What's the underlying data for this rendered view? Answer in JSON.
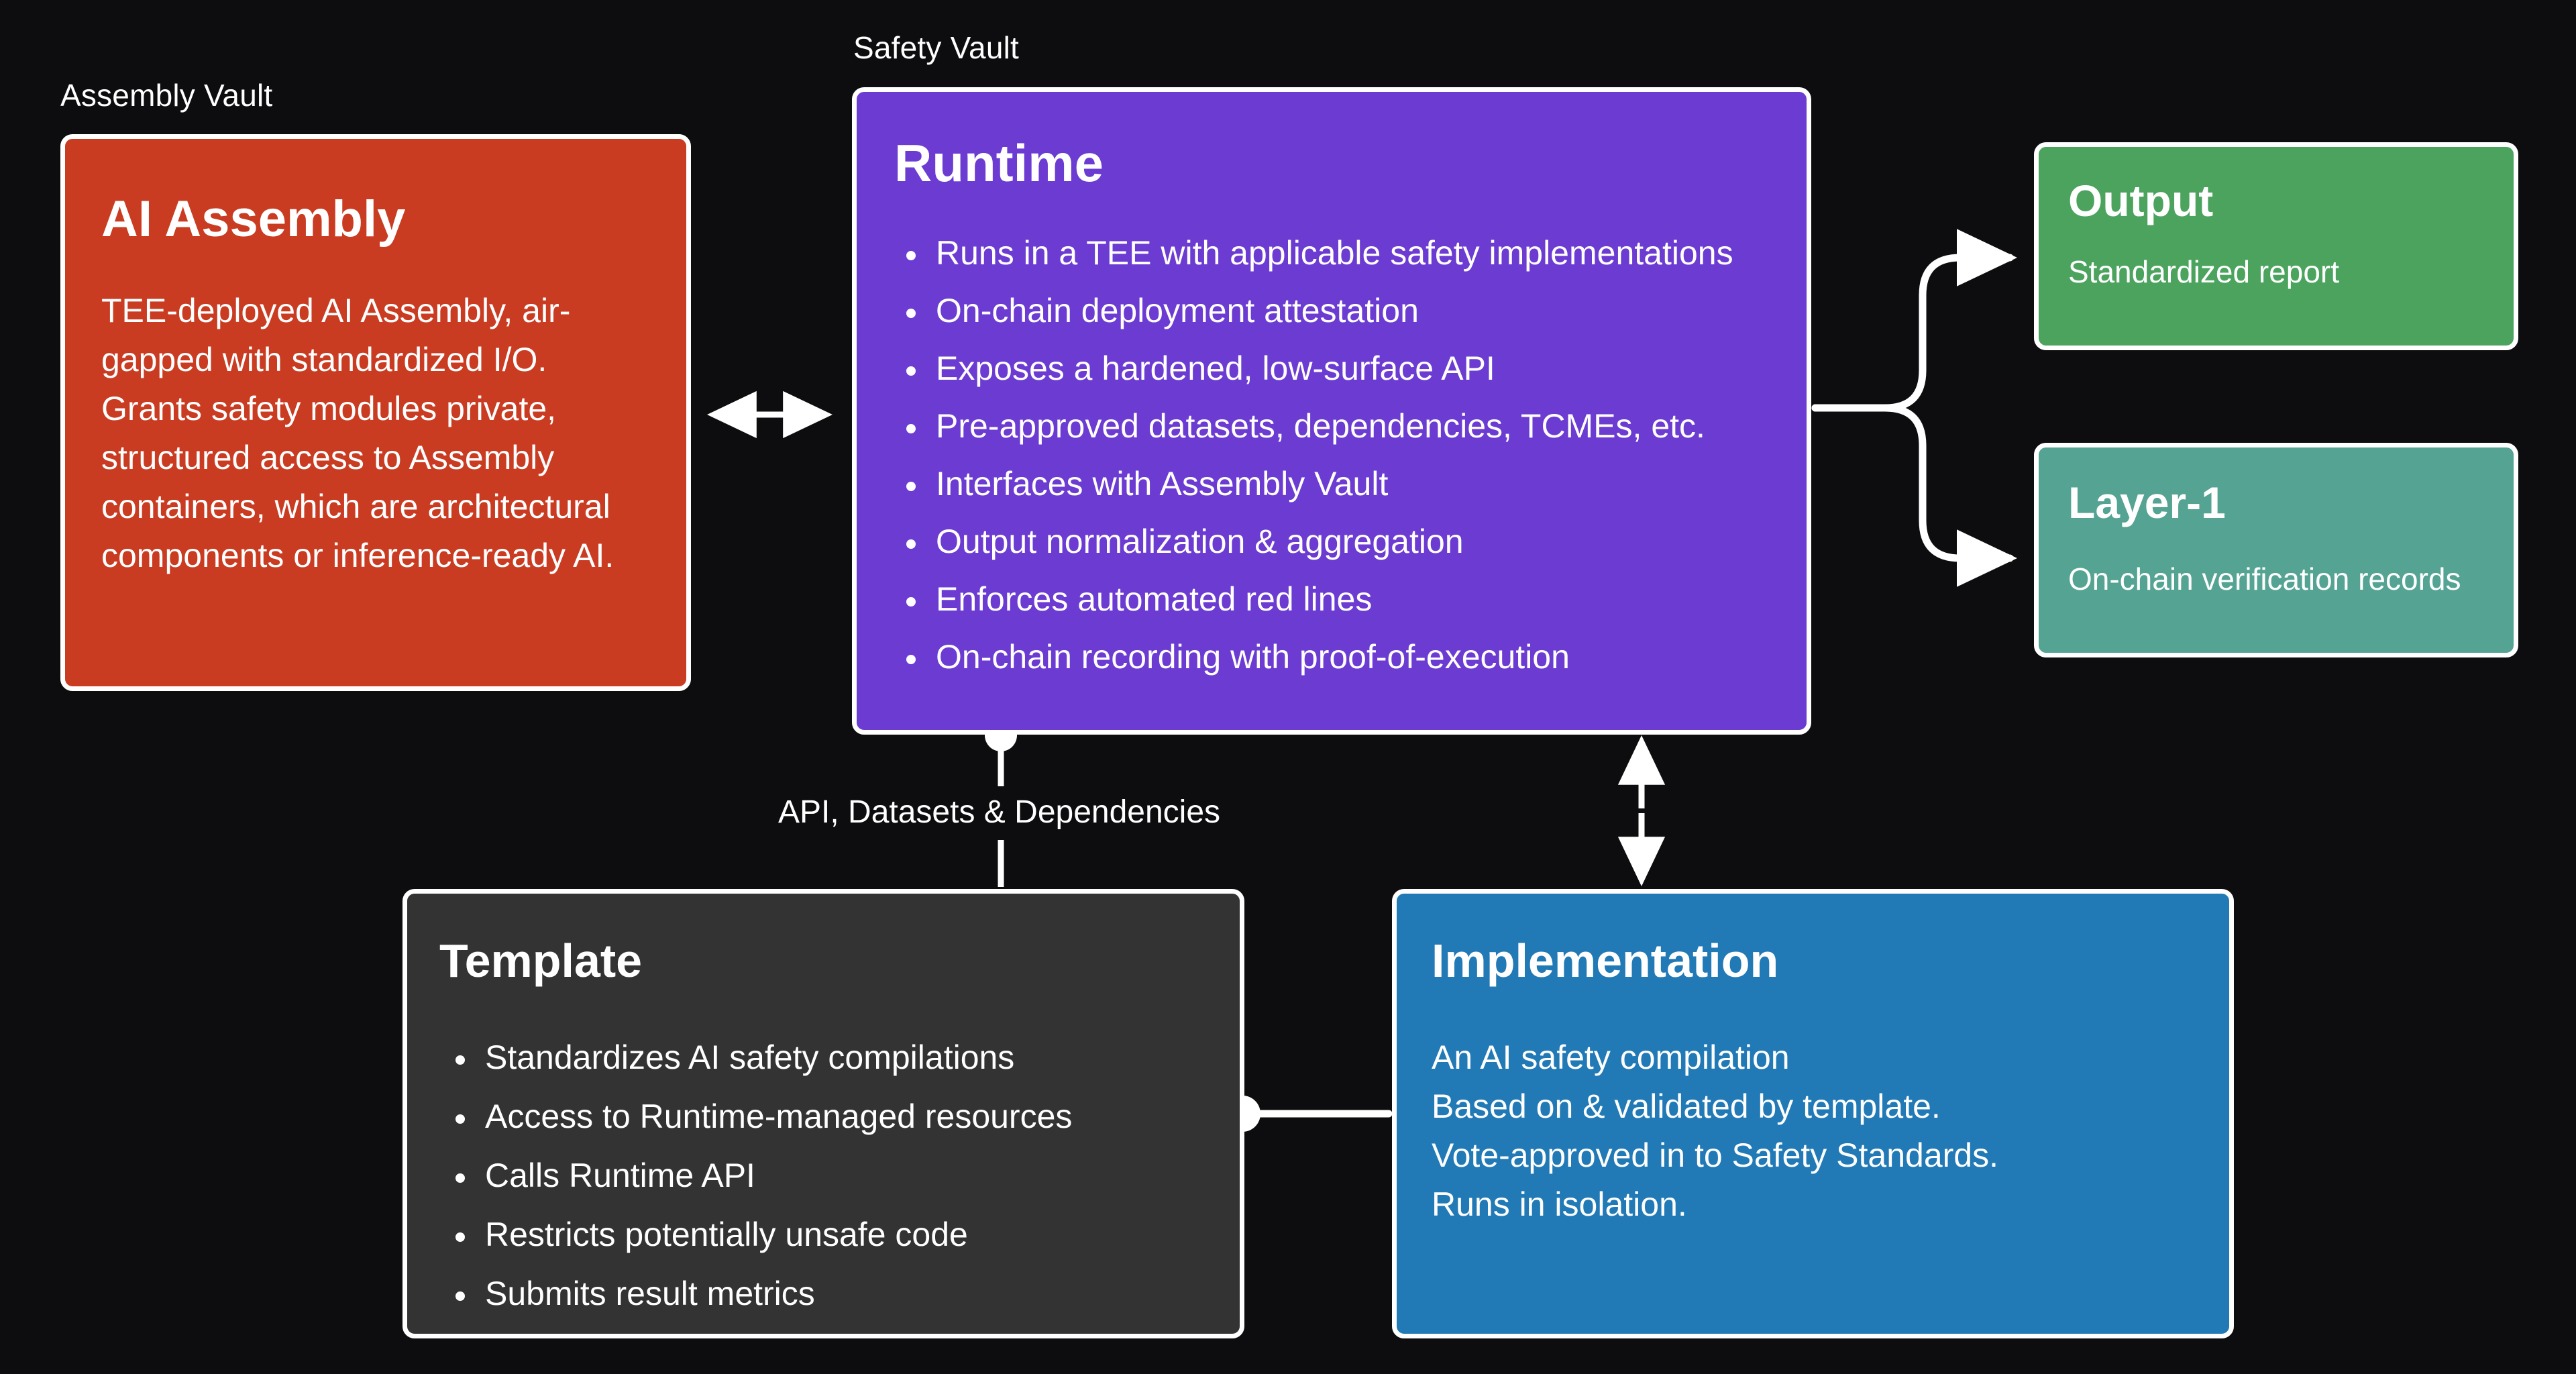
{
  "diagram": {
    "background": "#0d0d0f",
    "groups": [
      {
        "id": "assembly-vault",
        "label": "Assembly Vault"
      },
      {
        "id": "safety-vault",
        "label": "Safety Vault"
      }
    ],
    "nodes": {
      "ai_assembly": {
        "title": "AI Assembly",
        "color": "#c93c22",
        "body": "TEE-deployed AI Assembly, air-gapped with standardized I/O. Grants safety modules private, structured access to Assembly containers, which are architectural components or inference-ready AI."
      },
      "runtime": {
        "title": "Runtime",
        "color": "#6c3bd1",
        "bullets": [
          "Runs in a TEE with applicable safety implementations",
          "On-chain deployment attestation",
          "Exposes a hardened, low-surface API",
          "Pre-approved datasets, dependencies, TCMEs, etc.",
          "Interfaces with Assembly Vault",
          "Output normalization & aggregation",
          "Enforces automated red lines",
          "On-chain recording with proof-of-execution"
        ]
      },
      "output": {
        "title": "Output",
        "color": "#4ba35e",
        "body": "Standardized report"
      },
      "layer1": {
        "title": "Layer-1",
        "color": "#54a393",
        "body": "On-chain verification records"
      },
      "template": {
        "title": "Template",
        "color": "#333333",
        "bullets": [
          "Standardizes AI safety compilations",
          "Access to Runtime-managed resources",
          "Calls Runtime API",
          "Restricts potentially unsafe code",
          "Submits result metrics"
        ]
      },
      "implementation": {
        "title": "Implementation",
        "color": "#2179b5",
        "body": "An AI safety compilation Based on & validated by template. Vote-approved in to Safety Standards. Runs in isolation.",
        "lines": [
          "An AI safety compilation",
          "Based on & validated by template.",
          "Vote-approved in to Safety Standards.",
          "Runs in isolation."
        ]
      }
    },
    "edges": [
      {
        "id": "assembly-runtime",
        "from": "ai_assembly",
        "to": "runtime",
        "style": "double-arrow-horizontal",
        "label": ""
      },
      {
        "id": "runtime-output",
        "from": "runtime",
        "to": "output",
        "style": "arrow-fork-up",
        "label": ""
      },
      {
        "id": "runtime-layer1",
        "from": "runtime",
        "to": "layer1",
        "style": "arrow-fork-down",
        "label": ""
      },
      {
        "id": "runtime-template",
        "from": "runtime",
        "to": "template",
        "style": "line-with-dot",
        "label": "API, Datasets & Dependencies"
      },
      {
        "id": "runtime-implementation",
        "from": "runtime",
        "to": "implementation",
        "style": "double-arrow-vertical",
        "label": ""
      },
      {
        "id": "template-implementation",
        "from": "template",
        "to": "implementation",
        "style": "line-with-dot",
        "label": ""
      }
    ],
    "edge_labels": {
      "api_datasets": "API, Datasets & Dependencies"
    },
    "colors": {
      "stroke": "#ffffff",
      "text": "#ffffff",
      "background": "#0d0d0f"
    }
  }
}
